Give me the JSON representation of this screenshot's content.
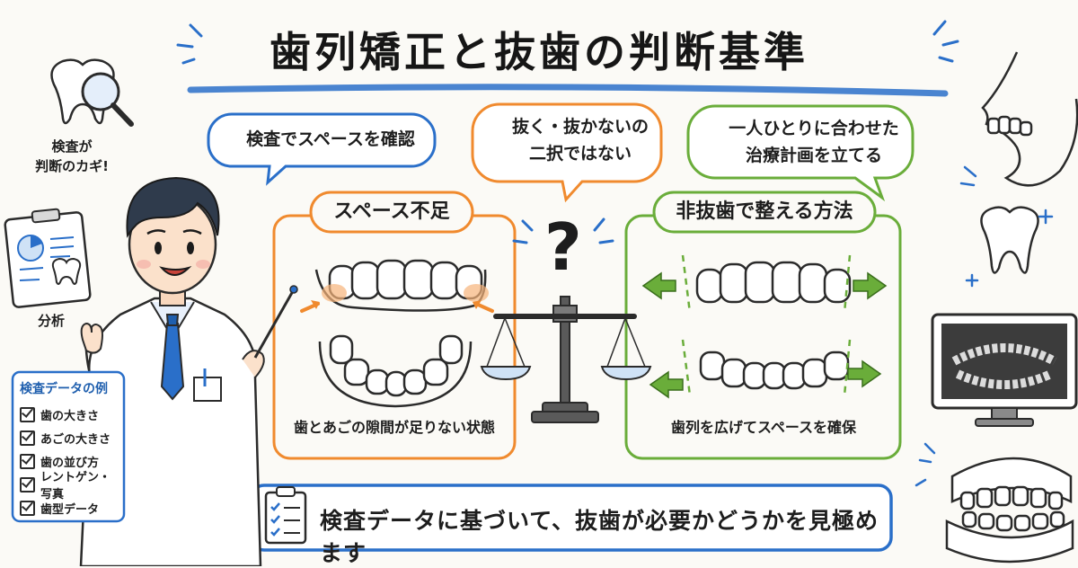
{
  "title": "歯列矯正と抜歯の判断基準",
  "bubbles": {
    "left": "検査でスペースを確認",
    "center": [
      "抜く・抜かないの",
      "二択ではない"
    ],
    "right": [
      "一人ひとりに合わせた",
      "治療計画を立てる"
    ]
  },
  "panels": {
    "left": {
      "title": "スペース不足",
      "caption": "歯とあごの隙間が足りない状態"
    },
    "right": {
      "title": "非抜歯で整える方法",
      "caption": "歯列を広げてスペースを確保"
    }
  },
  "doctor_notes": {
    "magnifier": [
      "検査が",
      "判断のカギ!"
    ],
    "clipboard": "分析"
  },
  "exam_list": {
    "title": "検査データの例",
    "items": [
      "歯の大きさ",
      "あごの大きさ",
      "歯の並び方",
      "レントゲン・写真",
      "歯型データ"
    ]
  },
  "bottom_message": "検査データに基づいて、抜歯が必要かどうかを見極めます",
  "colors": {
    "blue": "#2a6fc9",
    "orange": "#f08a2e",
    "green": "#6aad3a",
    "ink": "#1d1d1d"
  }
}
